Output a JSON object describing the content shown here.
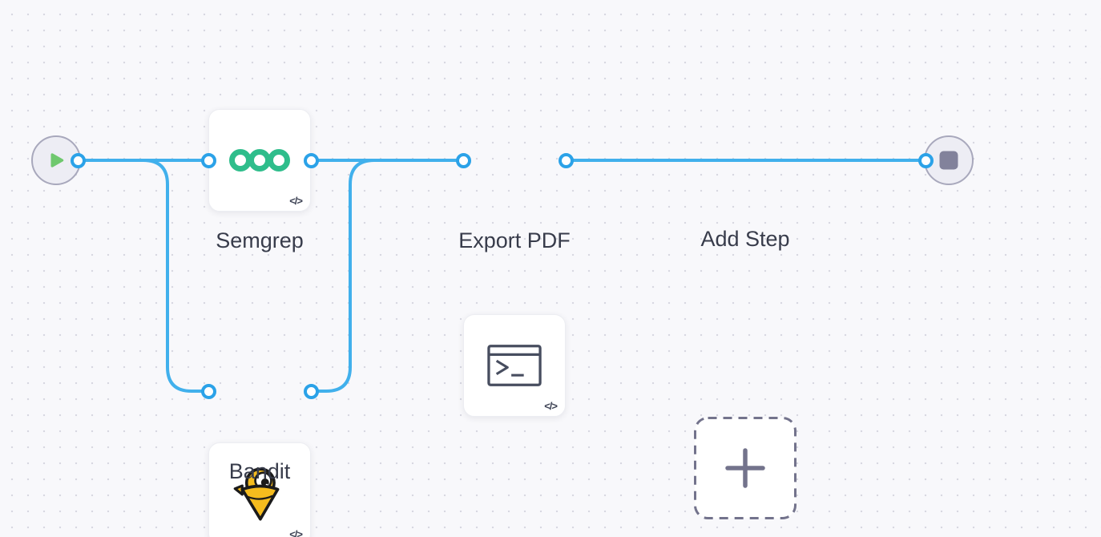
{
  "canvas": {
    "background_color": "#f8f8fb",
    "grid_dot_color": "#d8d8e1",
    "connection_color": "#41b0ec",
    "port_ring_color": "#2ba2e8"
  },
  "nodes": {
    "start": {
      "icon": "play-icon",
      "accent_color": "#6fc86e"
    },
    "semgrep": {
      "label": "Semgrep",
      "icon": "semgrep-logo-icon",
      "badge": "</>",
      "accent_color": "#2ebd8b"
    },
    "bandit": {
      "label": "Bandit",
      "icon": "bandit-logo-icon",
      "badge": "</>",
      "accent_color": "#f5bc1e"
    },
    "export_pdf": {
      "label": "Export PDF",
      "icon": "terminal-icon",
      "badge": "</>",
      "accent_color": "#474d5f"
    },
    "add_step": {
      "label": "Add Step",
      "icon": "plus-icon",
      "accent_color": "#73738c"
    },
    "end": {
      "icon": "stop-icon",
      "accent_color": "#82829b"
    }
  }
}
